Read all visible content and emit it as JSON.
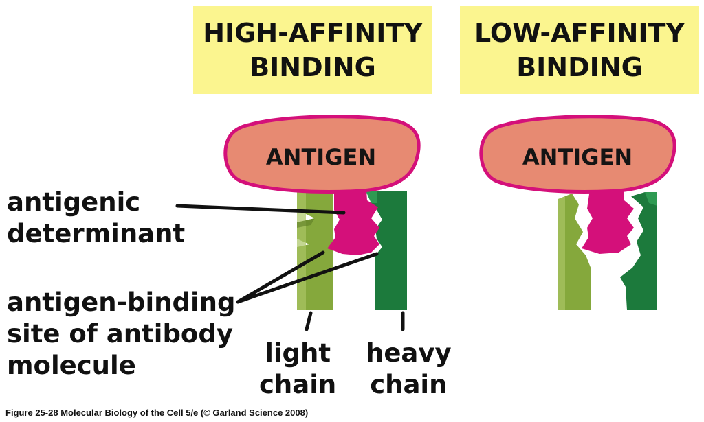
{
  "titles": {
    "high": [
      "HIGH-AFFINITY",
      "BINDING"
    ],
    "low": [
      "LOW-AFFINITY",
      "BINDING"
    ]
  },
  "antigen_label": "ANTIGEN",
  "labels": {
    "determinant": [
      "antigenic",
      "determinant"
    ],
    "binding_site": [
      "antigen-binding",
      "site of antibody",
      "molecule"
    ],
    "light_chain": [
      "light",
      "chain"
    ],
    "heavy_chain": [
      "heavy",
      "chain"
    ]
  },
  "caption": "Figure 25-28  Molecular Biology of the Cell 5/e (© Garland Science 2008)",
  "colors": {
    "title_bg": "#fbf58f",
    "antigen_fill": "#e78a72",
    "antigen_outline": "#d4107a",
    "determinant": "#d4107a",
    "light_chain": "#85a83c",
    "heavy_chain": "#1c7a3c"
  }
}
